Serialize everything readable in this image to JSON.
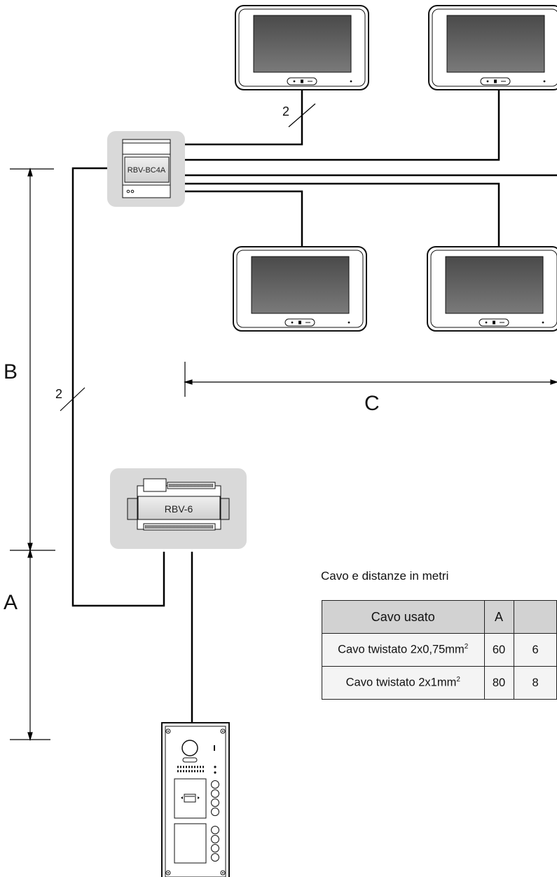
{
  "device_labels": {
    "distributor": "RBV-BC4A",
    "power_supply": "RBV-6"
  },
  "dimension_labels": {
    "a": "A",
    "b": "B",
    "c": "C"
  },
  "wire_counts": {
    "monitor_wire": "2",
    "riser_wire": "2"
  },
  "cable_table": {
    "caption": "Cavo e distanze in metri",
    "headers": [
      "Cavo usato",
      "A",
      ""
    ],
    "rows": [
      {
        "cable": "Cavo twistato 2x0,75mm",
        "sup": "2",
        "a": "60",
        "b": "6"
      },
      {
        "cable": "Cavo twistato 2x1mm",
        "sup": "2",
        "a": "80",
        "b": "8"
      }
    ]
  },
  "colors": {
    "device_backdrop": "#d9d9d9",
    "monitor_screen": "#5a5a5a",
    "table_header": "#d2d2d2",
    "wire": "#000000"
  }
}
